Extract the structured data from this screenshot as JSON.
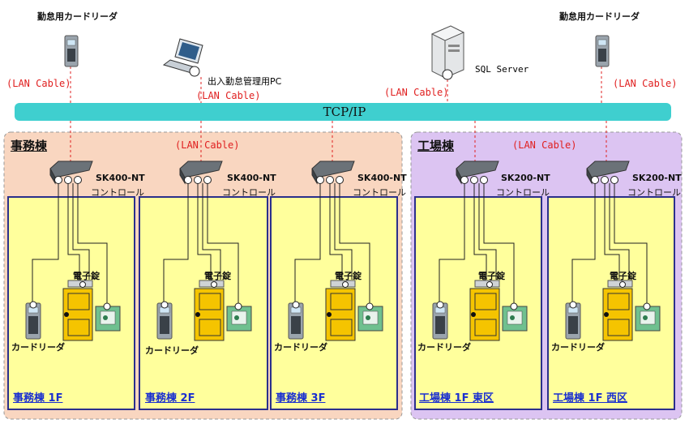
{
  "network": {
    "bus_label": "TCP/IP",
    "top_left_reader_label": "勤怠用カードリーダ",
    "top_right_reader_label": "勤怠用カードリーダ",
    "pc_label": "出入勤怠管理用PC",
    "server_label": "SQL Server",
    "lan_label": "(LAN Cable)"
  },
  "buildings": [
    {
      "title": "事務棟"
    },
    {
      "title": "工場棟"
    }
  ],
  "controllers": [
    {
      "model": "SK400-NT",
      "sub": "コントロール"
    },
    {
      "model": "SK400-NT",
      "sub": "コントロール"
    },
    {
      "model": "SK400-NT",
      "sub": "コントロール"
    },
    {
      "model": "SK200-NT",
      "sub": "コントロール"
    },
    {
      "model": "SK200-NT",
      "sub": "コントロール"
    }
  ],
  "floors": [
    {
      "label": "事務棟 1F",
      "lock": "電子錠",
      "reader": "カードリーダ"
    },
    {
      "label": "事務棟 2F",
      "lock": "電子錠",
      "reader": "カードリーダ"
    },
    {
      "label": "事務棟 3F",
      "lock": "電子錠",
      "reader": "カードリーダ"
    },
    {
      "label": "工場棟 1F 東区",
      "lock": "電子錠",
      "reader": "カードリーダ"
    },
    {
      "label": "工場棟 1F 西区",
      "lock": "電子錠",
      "reader": "カードリーダ"
    }
  ],
  "colors": {
    "bus": "#3fcfcf",
    "office_area": "#f9d6c0",
    "factory_area": "#dcc4f2",
    "floor_fill": "#ffff9c",
    "floor_border": "#2b2f8c",
    "lan_cable": "#e02020",
    "door": "#f5c400",
    "exit_button": "#6fc08f"
  }
}
